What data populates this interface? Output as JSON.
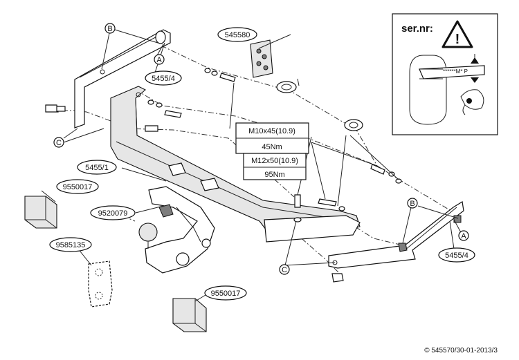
{
  "labels": {
    "bracket_top_left": "5455/4",
    "bracket_right": "5455/4",
    "crossbar": "5455/1",
    "bolt_kit": "545580",
    "ball_neck": "9520079",
    "socket_part": "9585135",
    "sticker_left": "9550017",
    "sticker_bottom": "9550017",
    "callout_a": "A",
    "callout_b": "B",
    "callout_c": "C"
  },
  "torque": {
    "m10_spec": "M10x45(10.9)",
    "m10_torque": "45Nm",
    "m12_spec": "M12x50(10.9)",
    "m12_torque": "95Nm"
  },
  "serial": {
    "title": "ser.nr:",
    "plate_text": "******M* P",
    "warning_glyph": "!"
  },
  "copyright": "© 545570/30-01-2013/3",
  "icons": [
    "warning-triangle-icon",
    "eye-icon"
  ],
  "colors": {
    "lines": "#222222",
    "shading": "#e6e6e6",
    "sticker": "#c8c8c8"
  }
}
